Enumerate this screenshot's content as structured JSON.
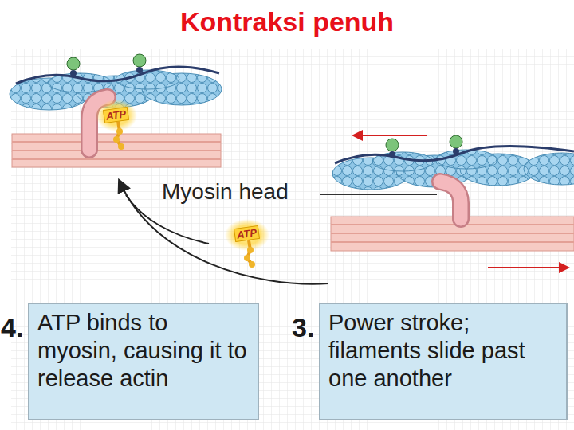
{
  "diagram": {
    "title": "Kontraksi penuh",
    "nodes": [
      {
        "text": [
          "4.",
          "ATP binds to myosin, causing it to release actin"
        ]
      },
      {
        "text": [
          "3.",
          "Power stroke; filaments slide past one another"
        ]
      }
    ],
    "labels": [
      "Myosin head",
      "ATP",
      "ATP"
    ]
  }
}
